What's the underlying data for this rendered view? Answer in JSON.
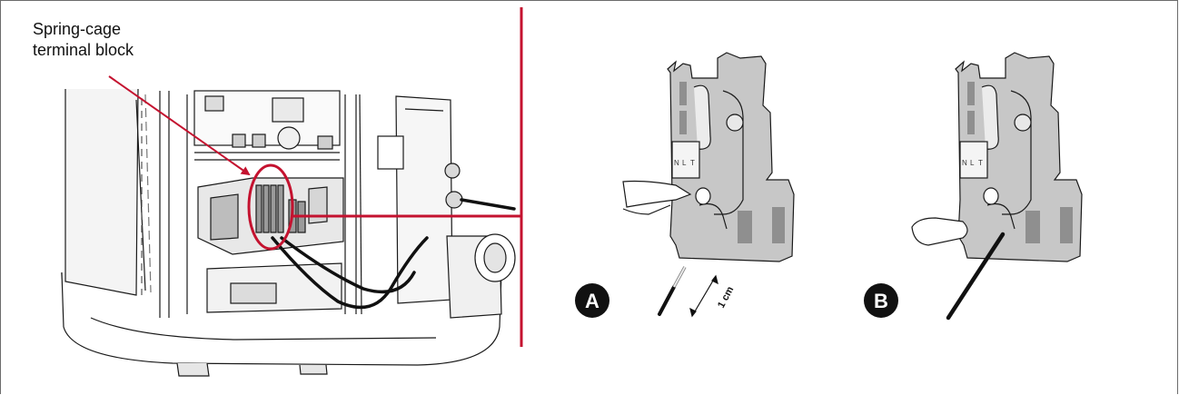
{
  "callout": {
    "line1": "Spring-cage",
    "line2": "terminal block"
  },
  "steps": {
    "a": "A",
    "b": "B"
  },
  "terminal_labels": [
    "N",
    "L",
    "T"
  ],
  "dimension": "1 cm",
  "colors": {
    "accent": "#c4122f",
    "part_fill": "#c7c7c7",
    "outline": "#1a1a1a"
  }
}
